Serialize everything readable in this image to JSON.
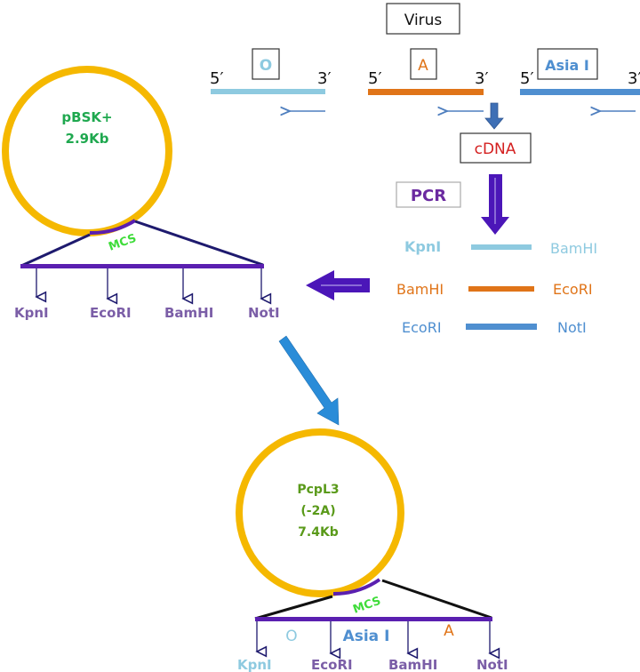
{
  "virus": {
    "title": "Virus",
    "strains": [
      {
        "name": "O",
        "five_prime": "5′",
        "three_prime": "3′",
        "color": "#8ecae0"
      },
      {
        "name": "A",
        "five_prime": "5′",
        "three_prime": "3′",
        "color": "#e07418"
      },
      {
        "name": "Asia I",
        "five_prime": "5′",
        "three_prime": "3′",
        "color": "#4f8fd0"
      }
    ]
  },
  "cdna": {
    "label": "cDNA",
    "color": "#d42020"
  },
  "pcr": {
    "label": "PCR",
    "color": "#6b2aa0",
    "fragments": [
      {
        "left_site": "KpnI",
        "right_site": "BamHI",
        "color": "#8ecae0"
      },
      {
        "left_site": "BamHI",
        "right_site": "EcoRI",
        "color": "#e07418"
      },
      {
        "left_site": "EcoRI",
        "right_site": "NotI",
        "color": "#4f8fd0"
      }
    ]
  },
  "vector": {
    "name": "pBSK+",
    "size": "2.9Kb",
    "mcs_label": "MCS",
    "sites": [
      "KpnI",
      "EcoRI",
      "BamHI",
      "NotI"
    ],
    "name_color": "#1fa84f"
  },
  "construct": {
    "name": "PcpL3",
    "variant": "(-2A)",
    "size": "7.4Kb",
    "mcs_label": "MCS",
    "name_color": "#5a9a1a",
    "inserts": [
      {
        "name": "O",
        "color": "#8ecae0"
      },
      {
        "name": "Asia I",
        "color": "#4f8fd0"
      },
      {
        "name": "A",
        "color": "#e07418"
      }
    ],
    "sites": [
      {
        "name": "KpnI",
        "color": "#8ecae0"
      },
      {
        "name": "EcoRI",
        "color": "#7b5ea7"
      },
      {
        "name": "BamHI",
        "color": "#7b5ea7"
      },
      {
        "name": "NotI",
        "color": "#7b5ea7"
      }
    ]
  },
  "colors": {
    "plasmid": "#f5b800",
    "mcs_bar": "#5a1fb0",
    "site_label": "#7b5ea7",
    "big_arrow": "#4b16b8",
    "small_arrow": "#4f7fbf",
    "cyan_arrow": "#2a8cd8"
  }
}
